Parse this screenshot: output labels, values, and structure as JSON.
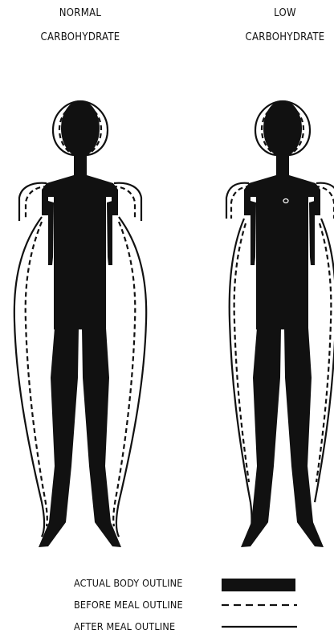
{
  "panels": {
    "left_title": "NORMAL\nCARBOHYDRATE",
    "right_title": "LOW\nCARBOHYDRATE"
  },
  "legend": {
    "actual_label": "ACTUAL BODY OUTLINE",
    "before_label": "BEFORE MEAL OUTLINE",
    "after_label": "AFTER MEAL OUTLINE"
  },
  "colors": {
    "body_fill": "#111111",
    "outline": "#111111",
    "background": "#ffffff"
  }
}
